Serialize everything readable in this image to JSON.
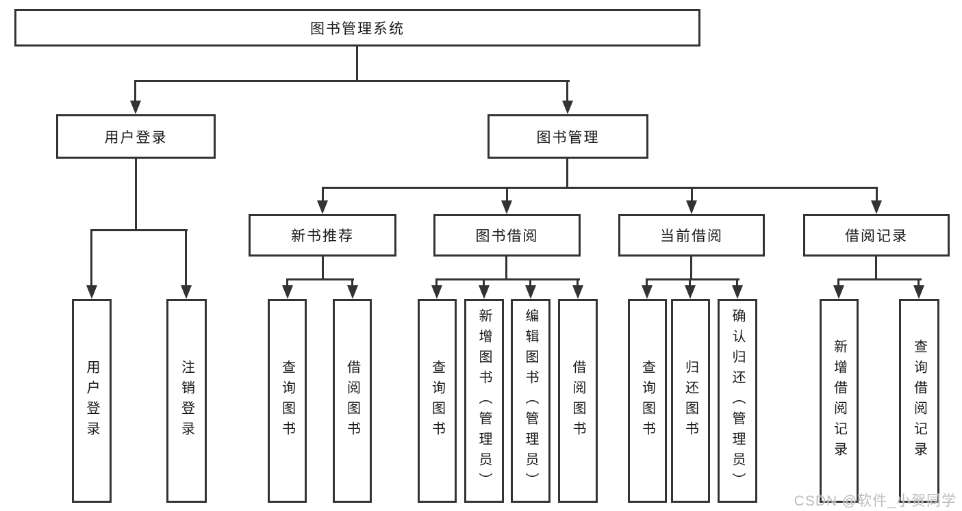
{
  "diagram": {
    "title": "图书管理系统",
    "root": {
      "label": "图书管理系统"
    },
    "level2": [
      {
        "label": "用户登录"
      },
      {
        "label": "图书管理"
      }
    ],
    "level3": [
      {
        "label": "新书推荐"
      },
      {
        "label": "图书借阅"
      },
      {
        "label": "当前借阅"
      },
      {
        "label": "借阅记录"
      }
    ],
    "leaves": {
      "user_login": [
        "用户登录",
        "注销登录"
      ],
      "new_book": [
        "查询图书",
        "借阅图书"
      ],
      "book_borrow": [
        "查询图书",
        "新增图书（管理员）",
        "编辑图书（管理员）",
        "借阅图书"
      ],
      "current_borrow": [
        "查询图书",
        "归还图书",
        "确认归还（管理员）"
      ],
      "borrow_record": [
        "新增借阅记录",
        "查询借阅记录"
      ]
    }
  },
  "watermark": {
    "text": "CSDN @软件_小贺同学"
  },
  "colors": {
    "line": "#333333",
    "text": "#1a1a1a",
    "background": "#ffffff",
    "watermark": "#bdbdbd"
  }
}
